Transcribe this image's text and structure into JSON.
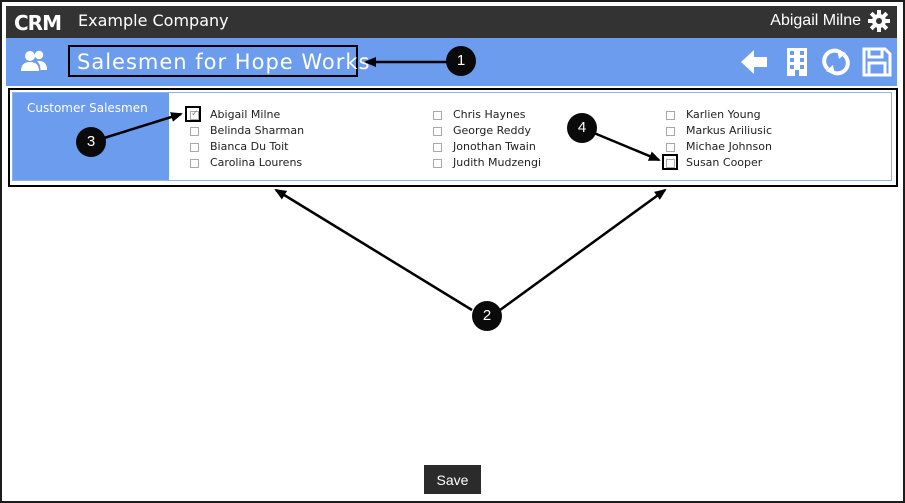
{
  "app": {
    "logo": "CRM",
    "company": "Example Company",
    "user": "Abigail Milne"
  },
  "page": {
    "title": "Salesmen for Hope Works"
  },
  "panel": {
    "label": "Customer Salesmen"
  },
  "salesmen": [
    {
      "name": "Abigail Milne",
      "checked": true
    },
    {
      "name": "Belinda Sharman",
      "checked": false
    },
    {
      "name": "Bianca Du Toit",
      "checked": false
    },
    {
      "name": "Carolina Lourens",
      "checked": false
    },
    {
      "name": "Chris Haynes",
      "checked": false
    },
    {
      "name": "George Reddy",
      "checked": false
    },
    {
      "name": "Jonothan Twain",
      "checked": false
    },
    {
      "name": "Judith Mudzengi",
      "checked": false
    },
    {
      "name": "Karlien Young",
      "checked": false
    },
    {
      "name": "Markus Ariliusic",
      "checked": false
    },
    {
      "name": "Michae Johnson",
      "checked": false
    },
    {
      "name": "Susan Cooper",
      "checked": false
    }
  ],
  "callouts": [
    "1",
    "2",
    "3",
    "4"
  ],
  "buttons": {
    "save": "Save"
  },
  "icons": {
    "users": "users-icon",
    "back": "arrow-left-icon",
    "building": "building-icon",
    "refresh": "refresh-icon",
    "save": "save-icon",
    "settings": "gear-icon"
  },
  "colors": {
    "topbar": "#333333",
    "accent": "#6c9ced",
    "save_button": "#2b2b2b"
  }
}
